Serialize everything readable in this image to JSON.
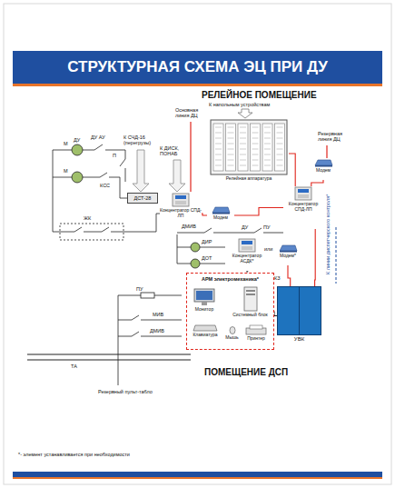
{
  "diagram": {
    "title": "СТРУКТУРНАЯ СХЕМА ЭЦ ПРИ ДУ",
    "nodes": [
      {
        "text": [
          "Релейная аппаратура"
        ]
      },
      {
        "text": [
          "ДСТ-28"
        ]
      },
      {
        "text": [
          "Концентратор СПД-ЛП"
        ]
      },
      {
        "text": [
          "Модем"
        ]
      },
      {
        "text": [
          "Модем"
        ]
      },
      {
        "text": [
          "Концентратор СПД-ЛП"
        ]
      },
      {
        "text": [
          "Концентратор АСДК*"
        ]
      },
      {
        "text": [
          "Модем*"
        ]
      },
      {
        "text": [
          "АРМ электромеханика*"
        ]
      },
      {
        "text": [
          "Монитор"
        ],
        "in": 8
      },
      {
        "text": [
          "Системный блок"
        ],
        "in": 8
      },
      {
        "text": [
          "Клавиатура"
        ],
        "in": 8
      },
      {
        "text": [
          "Мышь"
        ],
        "in": 8
      },
      {
        "text": [
          "Принтер"
        ],
        "in": 8
      },
      {
        "text": [
          "УВК"
        ]
      }
    ],
    "edges": [
      {
        "from": 2,
        "to": 4,
        "arrow": "none"
      },
      {
        "from": 4,
        "to": 5,
        "arrow": "none"
      },
      {
        "from": 3,
        "to": 5,
        "arrow": "none"
      },
      {
        "from": 0,
        "to": 5,
        "arrow": "none"
      },
      {
        "from": 5,
        "to": 14,
        "arrow": "none"
      },
      {
        "from": 8,
        "to": 14,
        "arrow": "none"
      },
      {
        "from": 6,
        "to": 8,
        "arrow": "none"
      },
      {
        "from": 7,
        "to": 14,
        "arrow": "none"
      }
    ],
    "labels": [
      "РЕЛЕЙНОЕ ПОМЕЩЕНИЕ",
      "К напольным устройствам",
      "Основная линия ДЦ",
      "Резервная линия ДЦ",
      "К СЧД-16 (перегрузы)",
      "К ДИСК, ПОНАБ",
      "ДУ",
      "М",
      "ДУ АУ",
      "П",
      "М",
      "КСС",
      "ЖК",
      "ДМИВ",
      "ДУ",
      "ПУ",
      "ДИР",
      "ДОТ",
      "или",
      "К линии диспетчерского контроля*",
      "КЗ",
      "ПУ",
      "МИВ",
      "ДМИВ",
      "ТА",
      "Резервный пульт-табло",
      "ПОМЕЩЕНИЕ ДСП",
      "*- элемент устанавливается при необходимости"
    ]
  }
}
